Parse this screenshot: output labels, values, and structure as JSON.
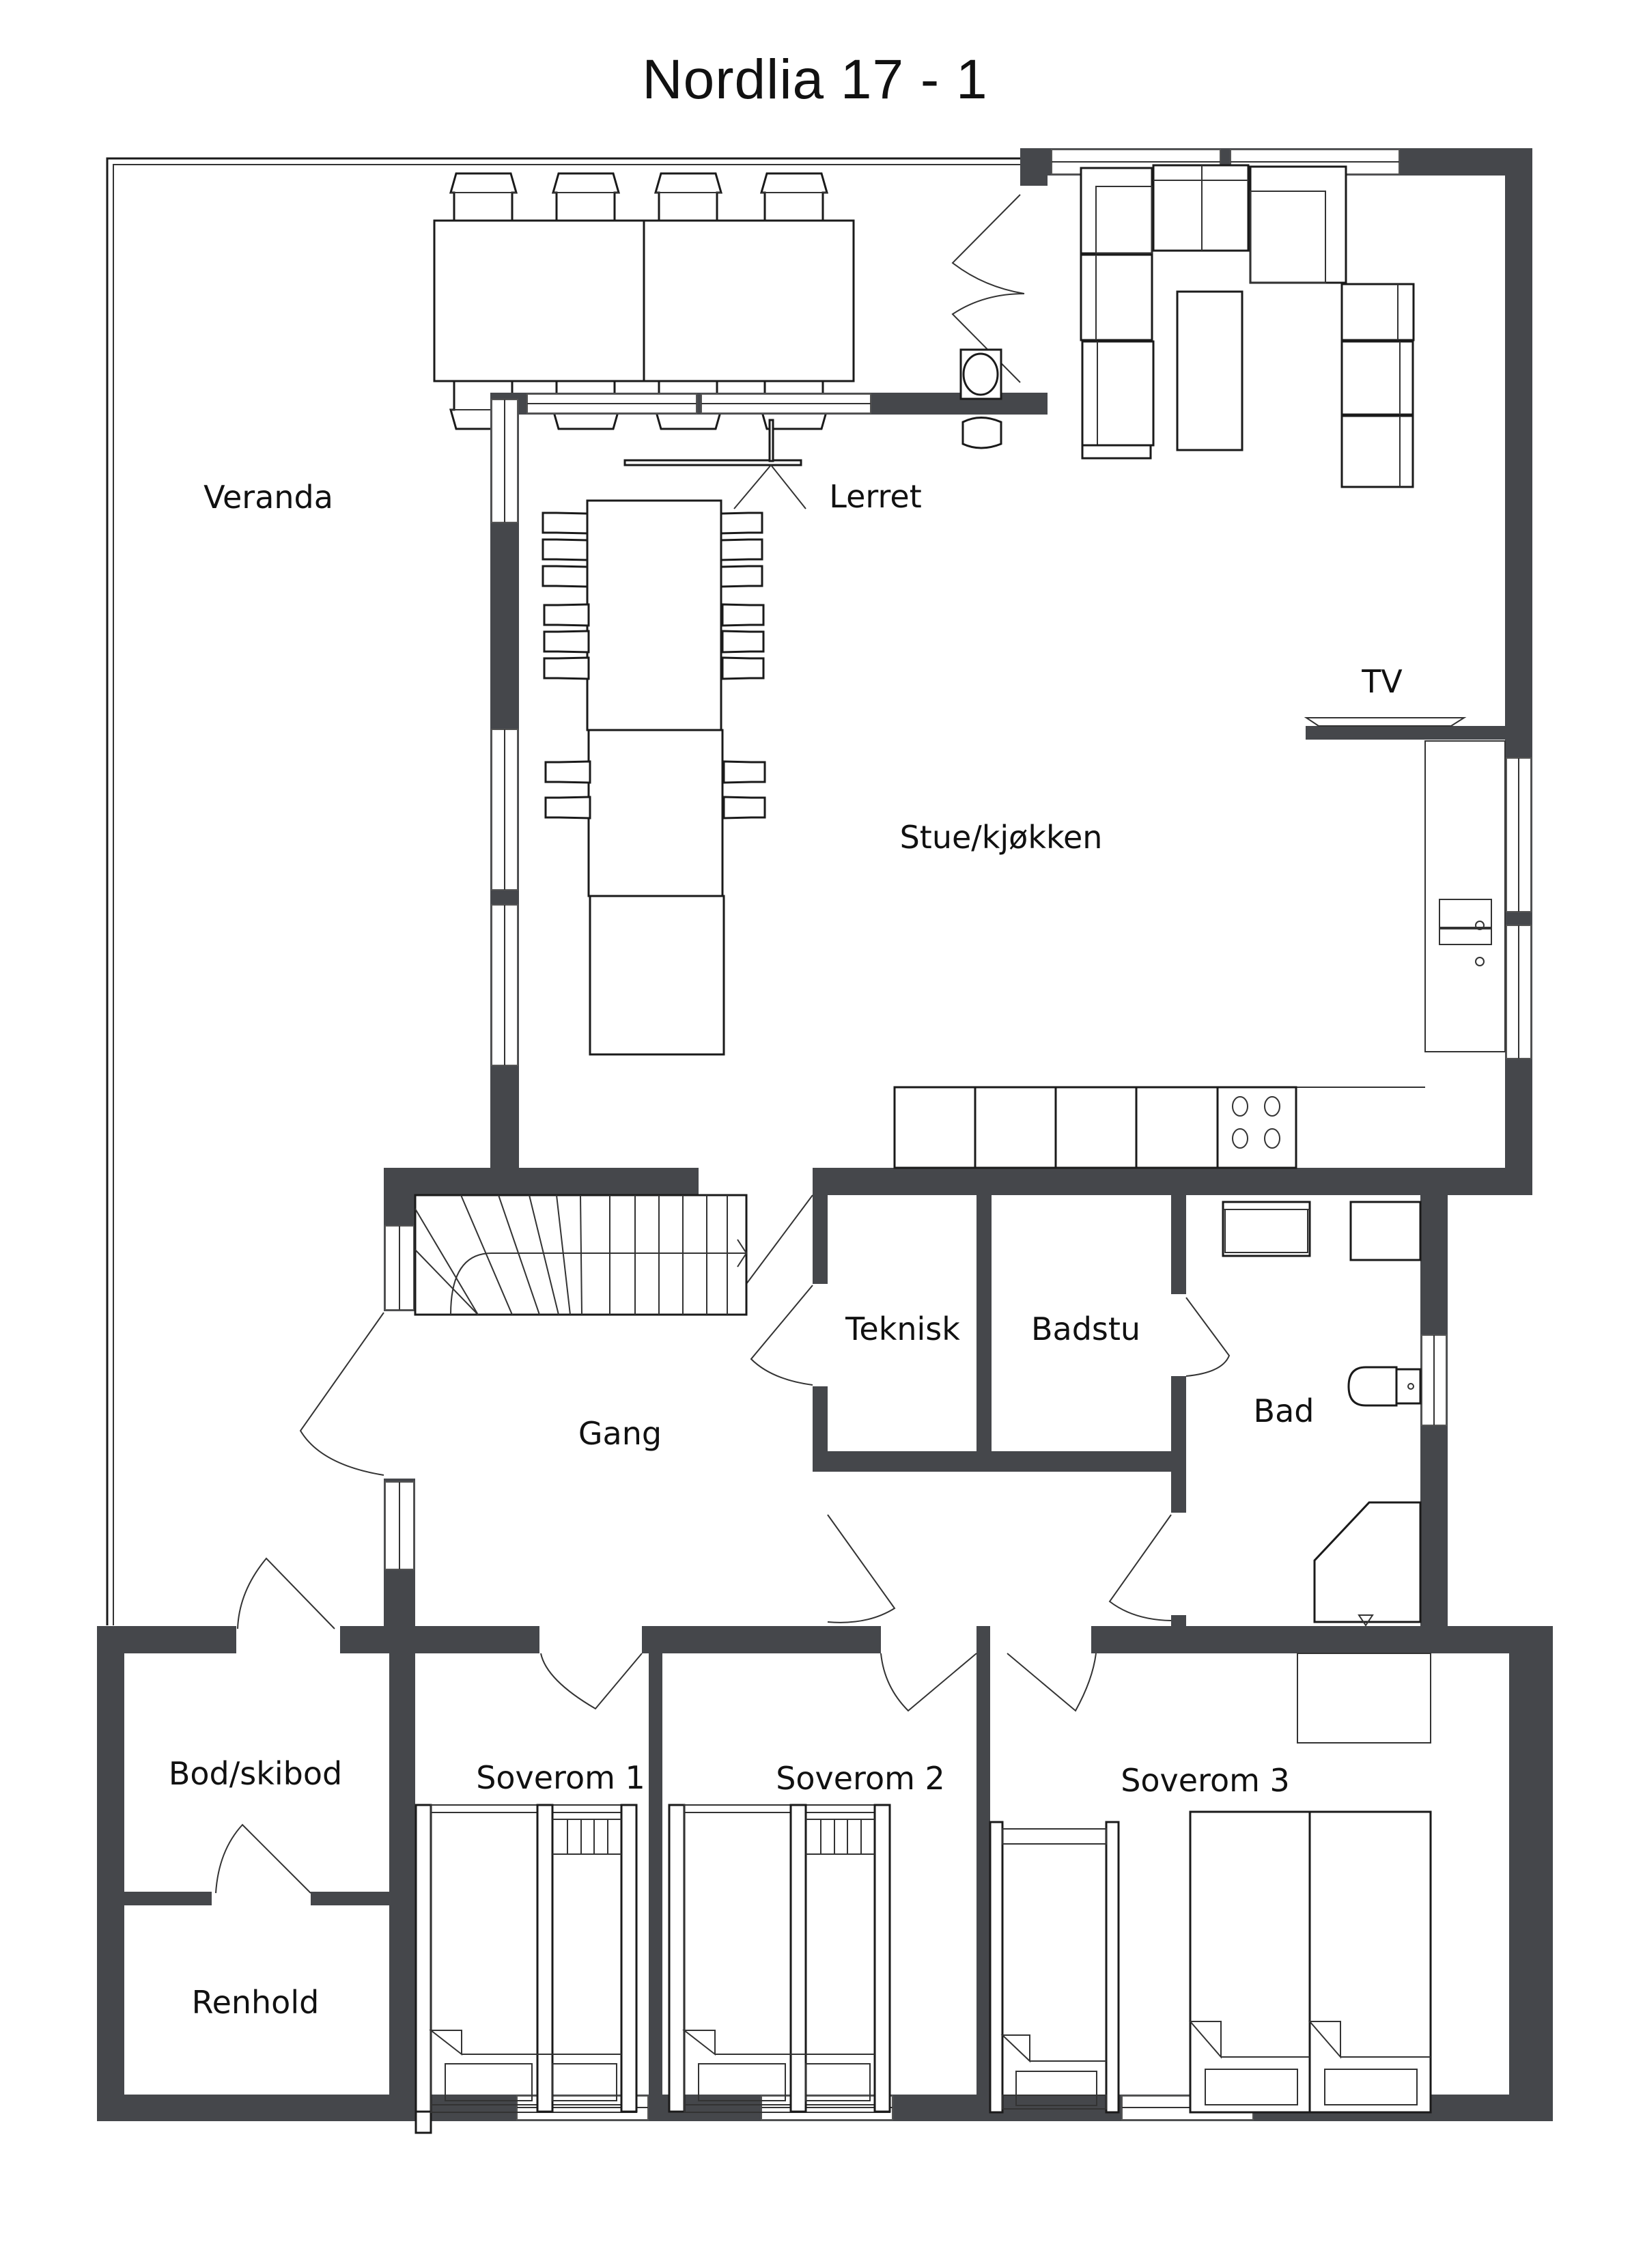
{
  "title": "Nordlia 17 - 1",
  "colors": {
    "wall": "#45474b",
    "line": "#1a1a1a",
    "background": "#ffffff"
  },
  "rooms": {
    "veranda": "Veranda",
    "lerret": "Lerret",
    "tv": "TV",
    "stue_kjokken": "Stue/kjøkken",
    "teknisk": "Teknisk",
    "badstu": "Badstu",
    "bad": "Bad",
    "gang": "Gang",
    "bod_skibod": "Bod/skibod",
    "renhold": "Renhold",
    "soverom_1": "Soverom 1",
    "soverom_2": "Soverom 2",
    "soverom_3": "Soverom 3"
  }
}
